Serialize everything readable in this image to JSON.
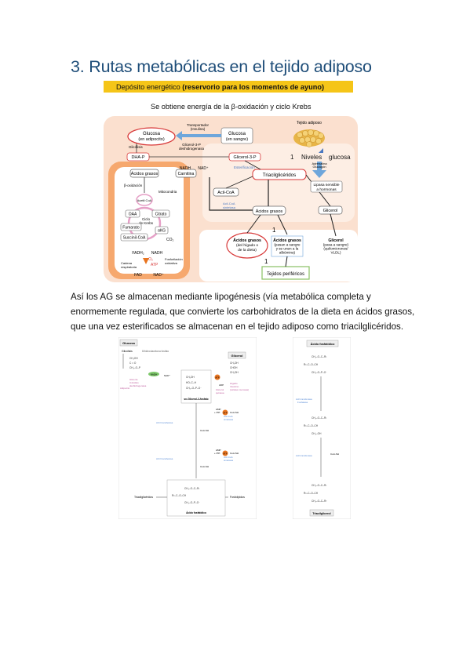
{
  "document": {
    "title": "3. Rutas metabólicas en el tejido adiposo",
    "paragraph_lines": [
      "Así los AG se almacenan mediante lipogénesis (vía metabólica completa y",
      "enormemente regulada, que convierte los carbohidratos de la dieta en ácidos grasos,",
      "que una vez esterificados se almacenan en el tejido adiposo como triacilglicéridos."
    ]
  },
  "figure1": {
    "banner_normal": "Depósito energético ",
    "banner_bold": "(reservorio para los momentos de ayuno)",
    "subtitle": "Se obtiene energía de la β-oxidación y ciclo Krebs",
    "tejido_adiposo": "Tejido adiposo",
    "glucosa_adipocito": [
      "Glucosa",
      "(en adipocito)"
    ],
    "glucosa_sangre": [
      "Glucosa",
      "(en sangre)"
    ],
    "transportador": [
      "Transportador",
      "(Insulina)"
    ],
    "dhap": "DHA-P",
    "glicerol3p": "Glicerol-3-P",
    "glicerol3p_enzyme": [
      "Glicerol-3-P",
      "deshidrogenasa"
    ],
    "nadh": "NADH",
    "nad": "NAD⁺",
    "glicolisis": "Glicólisis",
    "esterificacion": "Esterificación",
    "acidos_grasos_mito": "Ácidos grasos",
    "carnitina": "Carnitina",
    "triacilgliceridos": "Triacilglicéridos",
    "beta_oxidacion": "β-oxidación",
    "mitocondria": "Mitocondria",
    "acetil_coa": "Acetil CoA",
    "acil_coa": "Acil-CoA",
    "acil_coa_sint": [
      "Acil-CoA",
      "sintetasa"
    ],
    "acidos_grasos": "Ácidos grasos",
    "glicerol": "Glicerol",
    "oaa": "OAA",
    "citrato": "Citrato",
    "ciclo_krebs": [
      "Ciclo",
      "de Krebs"
    ],
    "fumarato": "Fumarato",
    "akg": "αKG",
    "succinil": "Succinil-CoA",
    "co2": "CO₂",
    "fadh2": "FADH₂",
    "nadh2": "NADH",
    "o2": "O₂",
    "atp": "ATP",
    "cadena": [
      "Cadena",
      "respiratoria"
    ],
    "fosforilacion": [
      "Fosforilación",
      "oxidativa"
    ],
    "fad": "FAD",
    "nad_bottom": "NAD⁺",
    "num1": "1",
    "niveles": "Niveles",
    "glucosa_low": "glucosa",
    "hormonas": [
      "Adrenalina",
      "Glucagón"
    ],
    "lipasa": [
      "Lipasa sensible",
      "a hormonas"
    ],
    "ag_dieta": [
      "Ácidos grasos",
      "(del hígado o",
      "de la dieta)"
    ],
    "ag_sangre": [
      "Ácidos grasos",
      "(pasan a sangre",
      "y se unen a la",
      "albúmina)"
    ],
    "glicerol_bottom": [
      "Glicerol",
      "(pasa a sangre)",
      "(quilomicrones/",
      "VLDL)"
    ],
    "tejidos_perifericos": "Tejidos periféricos"
  },
  "figure2": {
    "glucosa": "Glucosa",
    "glicerol": "Glicerol",
    "glicolisis": "Glicólisis",
    "dihidroxiacetona": "Dihidroxiacetona fosfato",
    "nadh": "NADH",
    "nad": "NAD⁺",
    "gdh": [
      "Glicerol-",
      "3-fosfato",
      "deshidrogenasa"
    ],
    "glicerol_quinasa": [
      "Glicerol",
      "quinasa"
    ],
    "higado": [
      "Hígado",
      "Intestino",
      "(células mucosas)"
    ],
    "adipocito": "Adipocito",
    "g3p": "sn-Glicerol-3-fosfato",
    "atp": "ATP",
    "adp": "ADP",
    "amp_ppi": [
      "AMP",
      "+ PPi"
    ],
    "coa_sh": "CoA-SH",
    "acil_transferasa": "ACil transferasa",
    "acil_coa_sint": [
      "Acil-CoA",
      "sintetasa"
    ],
    "triacilgliceridos": "Triacilglicéridos",
    "fosfolipidos": "Fosfolípidos",
    "acido_fosfatidico": "Ácido fosfatídico",
    "acido_fosfatidico_right": "Ácido fosfatídico",
    "triacilglicerol": "Triacilglicerol",
    "acil_transferasa_right": [
      "Acil transferasa",
      "Fosfatasa"
    ]
  }
}
